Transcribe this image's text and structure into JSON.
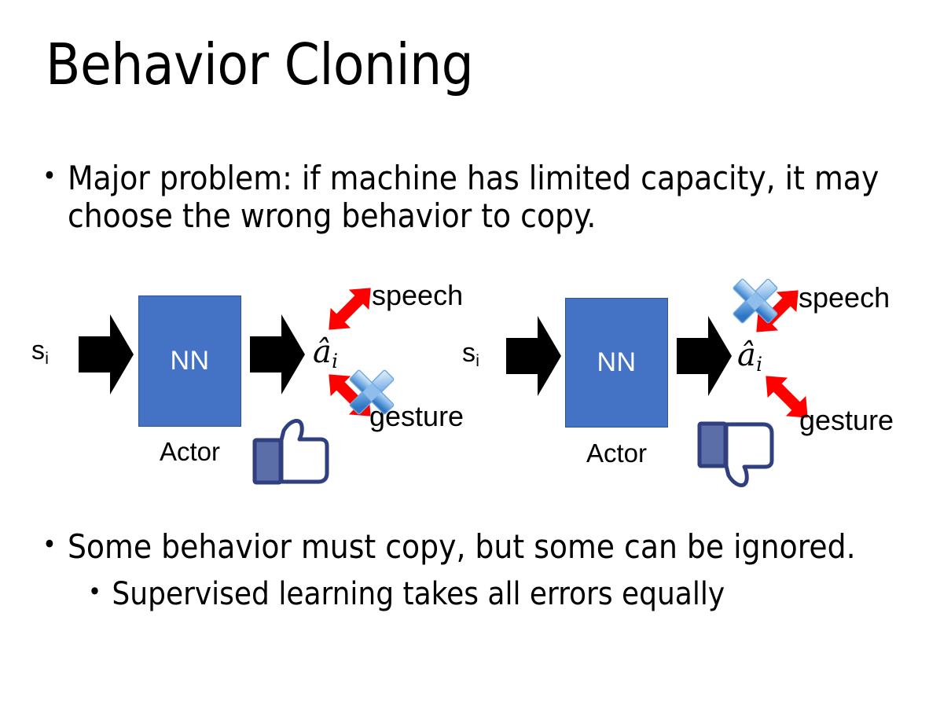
{
  "slide": {
    "title": "Behavior Cloning",
    "background_color": "#FFFFFF",
    "text_color": "#000000"
  },
  "bullets": {
    "bullet_char": "•",
    "main": "Major problem: if machine has limited capacity, it may choose the wrong behavior to copy.",
    "lower_1": "Some behavior must copy, but some can be ignored.",
    "lower_2": "Supervised learning takes all errors equally"
  },
  "colors": {
    "nn_box_fill": "#4472C4",
    "nn_box_border": "#2E5496",
    "nn_text": "#FFFFFF",
    "arrow_black": "#000000",
    "arrow_red": "#FF0000",
    "x_blue_light": "#CFE2F7",
    "x_blue_mid": "#7FB3E8",
    "x_blue_deep": "#2E76C4",
    "hand_outline": "#2F3F7F",
    "hand_fill": "#FFFFFF",
    "hand_cuff": "#5B6EA8",
    "hand_shadow": "#E2E4E9"
  },
  "diagrams": [
    {
      "id": "left",
      "input_label": "s",
      "input_subscript": "i",
      "box_label": "NN",
      "box_caption": "Actor",
      "output_label": "â",
      "output_subscript": "i",
      "branches": [
        {
          "name": "speech",
          "label": "speech",
          "direction": "up-right",
          "crossed_out": false
        },
        {
          "name": "gesture",
          "label": "gesture",
          "direction": "down-right",
          "crossed_out": true
        }
      ],
      "verdict_icon": "thumbs-up",
      "icon_semantic": "thumbs-up-icon"
    },
    {
      "id": "right",
      "input_label": "s",
      "input_subscript": "i",
      "box_label": "NN",
      "box_caption": "Actor",
      "output_label": "â",
      "output_subscript": "i",
      "branches": [
        {
          "name": "speech",
          "label": "speech",
          "direction": "up-right",
          "crossed_out": true
        },
        {
          "name": "gesture",
          "label": "gesture",
          "direction": "down-right",
          "crossed_out": false
        }
      ],
      "verdict_icon": "thumbs-down",
      "icon_semantic": "thumbs-down-icon"
    }
  ],
  "icons": {
    "block_arrow": "block-arrow-right-icon",
    "double_arrow": "double-headed-arrow-icon",
    "cross": "blue-x-cross-icon"
  }
}
